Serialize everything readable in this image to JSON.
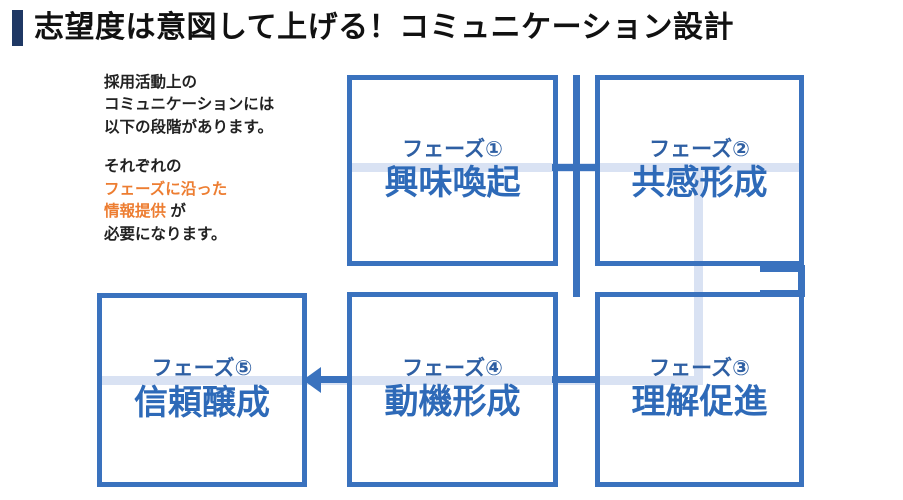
{
  "slide": {
    "title": "志望度は意図して上げる！コミュニケーション設計",
    "accent_color": "#1F3864",
    "box_stroke_color": "#3A72BE",
    "box_text_color": "#2E6AB8",
    "highlight_color": "#ED7D31",
    "band_color": "#D9E2F3",
    "background_color": "#FFFFFF"
  },
  "lead": {
    "line1": "採用活動上の",
    "line2": "コミュニケーションには",
    "line3": "以下の段階があります。",
    "line4": "それぞれの",
    "line5_highlight": "フェーズに沿った",
    "line6_highlight": "情報提供",
    "line6_suffix": " が",
    "line7": "必要になります。"
  },
  "diagram": {
    "type": "flow",
    "boxes": [
      {
        "id": "phase-1",
        "label": "フェーズ①",
        "name": "興味喚起"
      },
      {
        "id": "phase-2",
        "label": "フェーズ②",
        "name": "共感形成"
      },
      {
        "id": "phase-3",
        "label": "フェーズ③",
        "name": "理解促進"
      },
      {
        "id": "phase-4",
        "label": "フェーズ④",
        "name": "動機形成"
      },
      {
        "id": "phase-5",
        "label": "フェーズ⑤",
        "name": "信頼醸成"
      }
    ],
    "flow_order": "フェーズ① → フェーズ② → フェーズ③ → フェーズ④ → フェーズ⑤"
  }
}
